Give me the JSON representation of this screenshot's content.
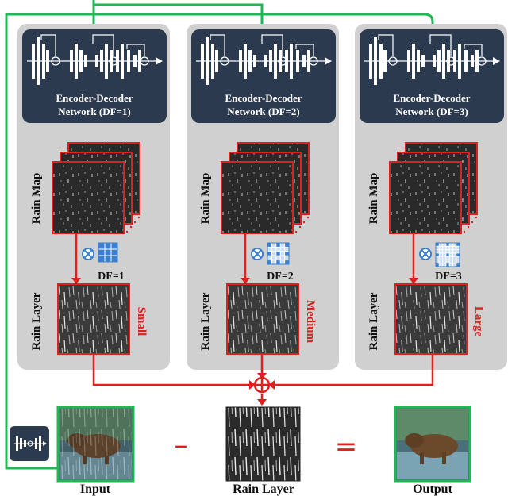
{
  "networks": [
    {
      "label_line1": "Encoder-Decoder",
      "label_line2": "Network (DF=1)",
      "df_label": "DF=1",
      "scale": "Small"
    },
    {
      "label_line1": "Encoder-Decoder",
      "label_line2": "Network (DF=2)",
      "df_label": "DF=2",
      "scale": "Medium"
    },
    {
      "label_line1": "Encoder-Decoder",
      "label_line2": "Network (DF=3)",
      "df_label": "DF=3",
      "scale": "Large"
    }
  ],
  "rain_map_label": "Rain Map",
  "rain_layer_label": "Rain Layer",
  "bottom": {
    "input_label": "Input",
    "rain_layer_label": "Rain Layer",
    "output_label": "Output",
    "minus": "–",
    "equals": "="
  },
  "colors": {
    "accent_red": "#e02020",
    "accent_green": "#1db954",
    "network_box": "#2c3a4f",
    "panel": "#d0d0d0",
    "kernel_blue": "#3a7fd0"
  },
  "icons": [
    "encoder-decoder-icon",
    "multiply-icon",
    "dilated-kernel-icon",
    "sum-icon"
  ]
}
